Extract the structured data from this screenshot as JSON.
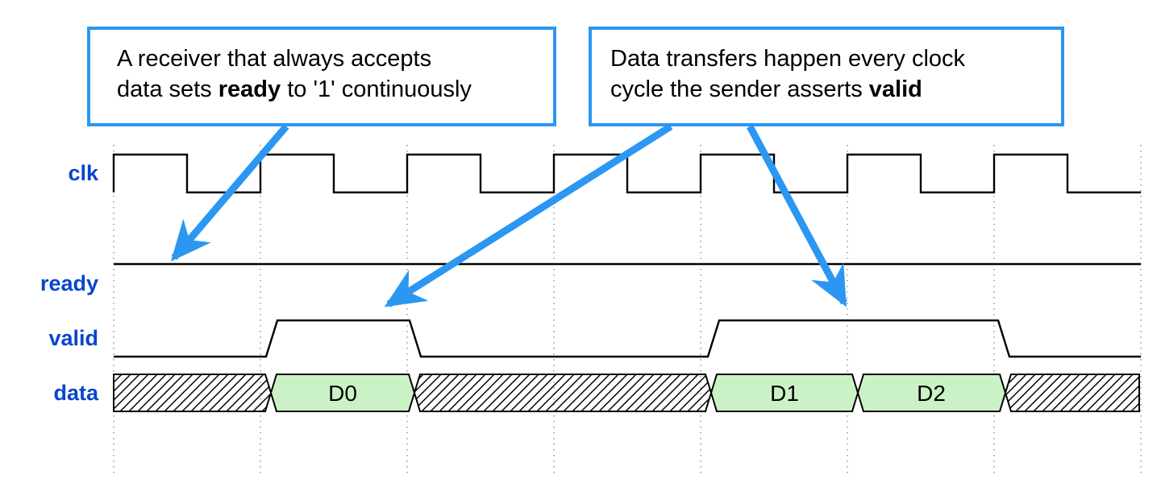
{
  "colors": {
    "accent_blue": "#2B97F2",
    "signal_label_blue": "#0645CC",
    "bus_valid_green": "#CBF2C6",
    "waveform_black": "#000000",
    "gridline_gray": "#999999"
  },
  "callouts": [
    {
      "line1": "A receiver that always accepts",
      "line2_pre": "data sets ",
      "line2_bold": "ready",
      "line2_post": " to '1' continuously",
      "points_to": "ready signal held high"
    },
    {
      "line1": "Data transfers happen every clock",
      "line2_pre": "cycle the sender asserts ",
      "line2_bold": "valid",
      "line2_post": "",
      "points_to": "valid pulses"
    }
  ],
  "signals": [
    {
      "label": "clk",
      "kind": "clock",
      "cycles_shown": 7,
      "starts": "high"
    },
    {
      "label": "ready",
      "kind": "level",
      "value": "1 (high) continuously"
    },
    {
      "label": "valid",
      "kind": "level",
      "high_during_cycles": [
        [
          1,
          2
        ],
        [
          4,
          6
        ]
      ],
      "low_elsewhere": true
    },
    {
      "label": "data",
      "kind": "bus"
    }
  ],
  "bus": {
    "segments": [
      {
        "label": "",
        "kind": "invalid",
        "cycles": [
          0,
          1
        ]
      },
      {
        "label": "D0",
        "kind": "valid",
        "cycles": [
          1,
          2
        ]
      },
      {
        "label": "",
        "kind": "invalid",
        "cycles": [
          2,
          4
        ]
      },
      {
        "label": "D1",
        "kind": "valid",
        "cycles": [
          4,
          5
        ]
      },
      {
        "label": "D2",
        "kind": "valid",
        "cycles": [
          5,
          6
        ]
      },
      {
        "label": "",
        "kind": "invalid",
        "cycles": [
          6,
          7
        ]
      }
    ]
  }
}
